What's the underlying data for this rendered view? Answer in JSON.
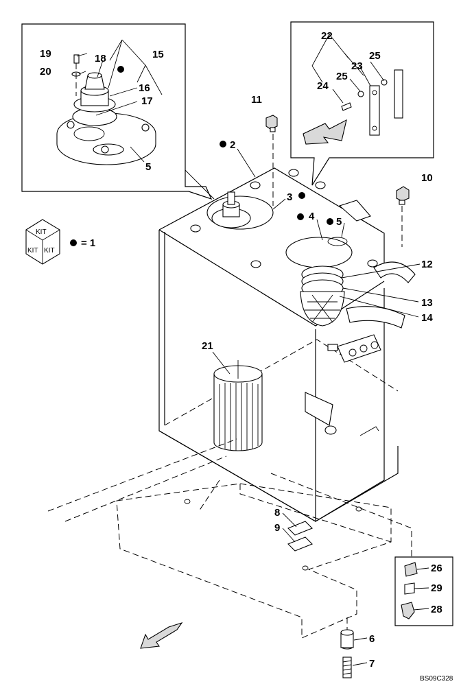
{
  "callouts": [
    "1",
    "2",
    "3",
    "4",
    "5",
    "5",
    "6",
    "7",
    "8",
    "9",
    "10",
    "11",
    "12",
    "13",
    "14",
    "15",
    "16",
    "17",
    "18",
    "19",
    "20",
    "21",
    "22",
    "23",
    "24",
    "25",
    "25",
    "26",
    "28",
    "29"
  ],
  "kit": {
    "box_text": "KIT",
    "legend_text": "= 1"
  },
  "drawing_code": "BS09C328"
}
